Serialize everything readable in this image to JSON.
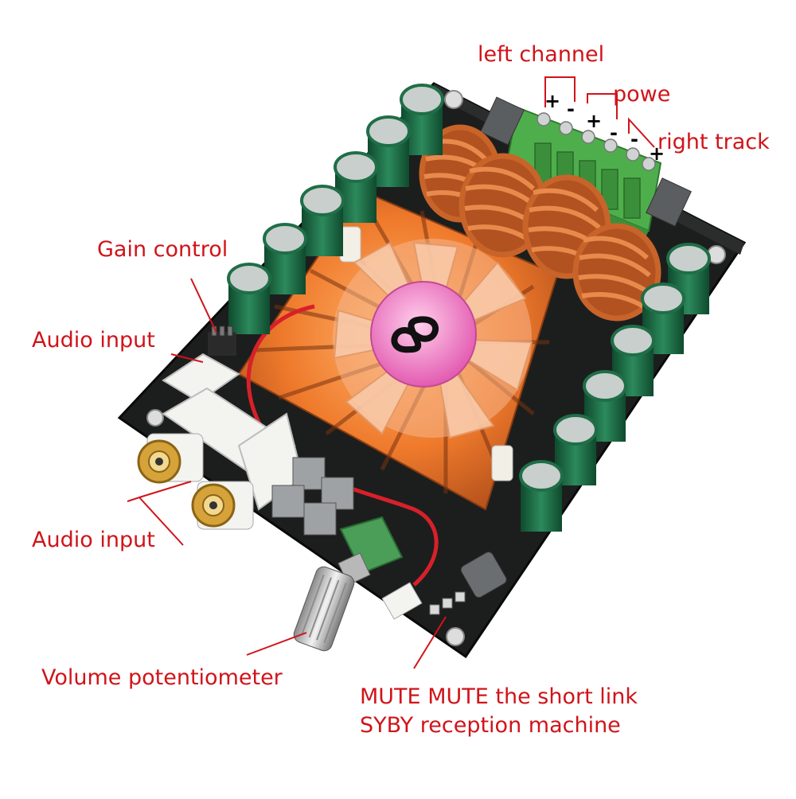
{
  "labels": {
    "left_channel": "left channel",
    "power": "powe",
    "right_track": "right track",
    "gain_control": "Gain control",
    "audio_input_top": "Audio input",
    "audio_input_bottom": "Audio input",
    "volume_potentiometer": "Volume potentiometer",
    "mute_line1": "MUTE MUTE the short link",
    "mute_line2": "SYBY reception machine"
  },
  "terminal_signs": [
    "+",
    "-",
    "+",
    "-",
    "-",
    "+"
  ],
  "colors": {
    "annotation": "#d0141a",
    "pcb": "#1b1d1c",
    "heatsink": "#e8762b",
    "coil": "#c8642a",
    "terminal": "#4fae4c",
    "capacitor": "#1f6e48",
    "fan_hub": "#f07cc4",
    "rca": "#d6a23a"
  },
  "icons": [
    "amplifier-board",
    "cooling-fan-icon",
    "rca-jack-icon",
    "potentiometer-knob-icon"
  ]
}
